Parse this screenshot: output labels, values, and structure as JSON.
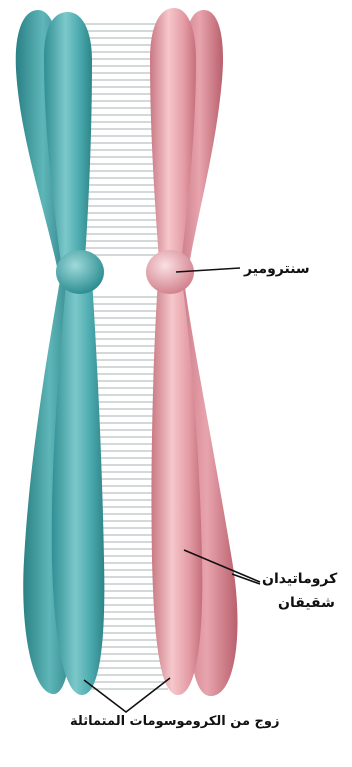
{
  "labels": {
    "centromere": "سنترومير",
    "sister_chromatids_line1": "كروماتيدان",
    "sister_chromatids_line2": "شقيقان",
    "homologous_pair": "زوج من الكروموسومات المتماثلة"
  },
  "colors": {
    "teal_chromosome": "#4aa9ad",
    "pink_chromosome": "#e39aa3",
    "bridge_lines": "#b9c0c2"
  }
}
